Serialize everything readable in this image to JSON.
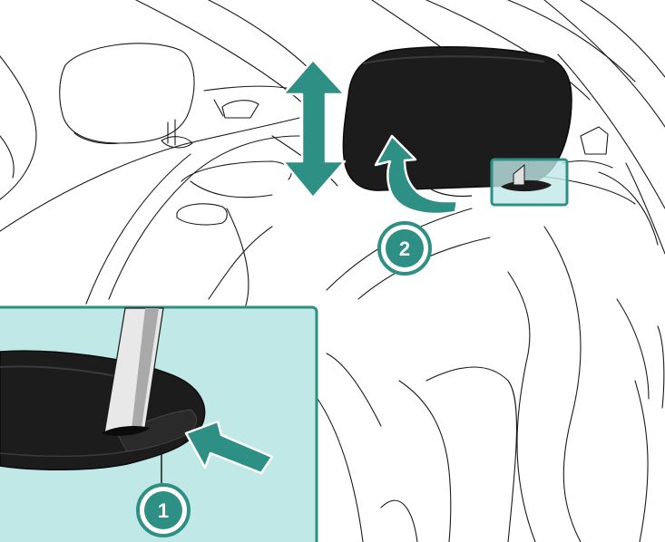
{
  "callouts": [
    {
      "id": "1",
      "label": "1"
    },
    {
      "id": "2",
      "label": "2"
    }
  ],
  "colors": {
    "teal": "#2e8f85",
    "inset_fill": "#bfe8e6",
    "headrest": "#1c1c1c",
    "line_art": "#1a1a1a",
    "callout_text": "#ffffff"
  },
  "icons": {
    "vertical_arrow": "double-headed-vertical-arrow",
    "tilt_arrow": "curved-tilt-arrow",
    "press_arrow": "press-arrow"
  }
}
